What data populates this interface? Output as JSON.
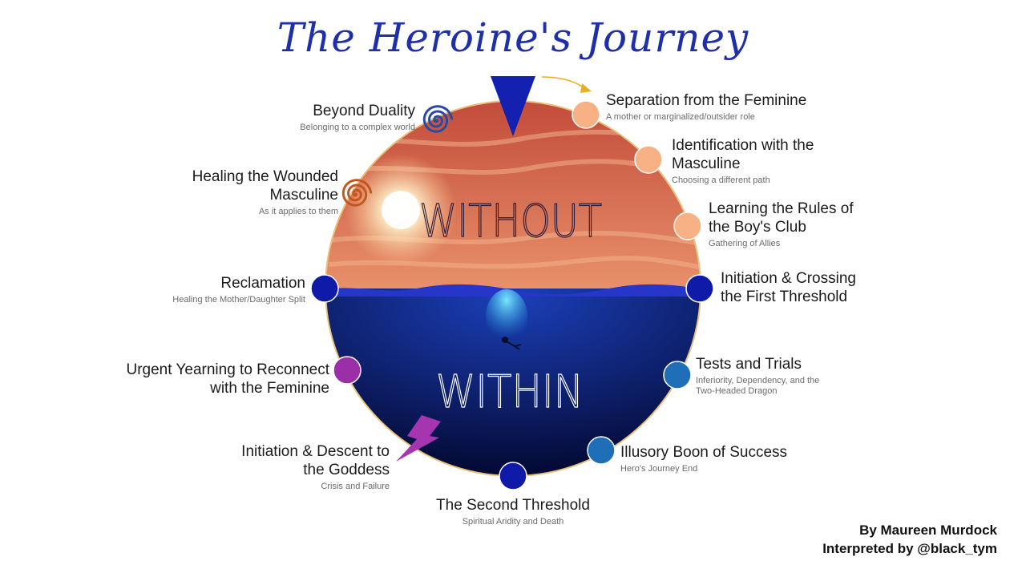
{
  "title": "The Heroine's Journey",
  "upper_label": "WITHOUT",
  "lower_label": "WITHIN",
  "stages": {
    "separation": {
      "name_lines": [
        "Separation from the Feminine"
      ],
      "sub_lines": [
        "A mother or marginalized/outsider  role"
      ]
    },
    "identification": {
      "name_lines": [
        "Identification with the",
        "Masculine"
      ],
      "sub_lines": [
        "Choosing a different path"
      ]
    },
    "learning": {
      "name_lines": [
        "Learning the Rules of",
        "the Boy's Club"
      ],
      "sub_lines": [
        "Gathering of Allies"
      ]
    },
    "initiation_crossing": {
      "name_lines": [
        "Initiation & Crossing",
        "the First Threshold"
      ],
      "sub_lines": []
    },
    "tests": {
      "name_lines": [
        "Tests and Trials"
      ],
      "sub_lines": [
        "Inferiority, Dependency, and the",
        "Two-Headed Dragon"
      ]
    },
    "illusory": {
      "name_lines": [
        "Illusory Boon of Success"
      ],
      "sub_lines": [
        "Hero's Journey End"
      ]
    },
    "second_threshold": {
      "name_lines": [
        "The Second Threshold"
      ],
      "sub_lines": [
        "Spiritual Aridity and Death"
      ]
    },
    "descent": {
      "name_lines": [
        "Initiation & Descent to",
        "the Goddess"
      ],
      "sub_lines": [
        "Crisis and Failure"
      ]
    },
    "yearning": {
      "name_lines": [
        "Urgent Yearning to Reconnect",
        "with the Feminine"
      ],
      "sub_lines": []
    },
    "reclamation": {
      "name_lines": [
        "Reclamation"
      ],
      "sub_lines": [
        "Healing the Mother/Daughter  Split"
      ]
    },
    "healing": {
      "name_lines": [
        "Healing the Wounded",
        "Masculine"
      ],
      "sub_lines": [
        "As it applies to them"
      ]
    },
    "beyond": {
      "name_lines": [
        "Beyond Duality"
      ],
      "sub_lines": [
        "Belonging to a complex world"
      ]
    }
  },
  "credits": {
    "author": "By Maureen Murdock",
    "interpreter": "Interpreted by @black_tym"
  },
  "colors": {
    "title": "#1f2fa8",
    "sky_top": "#c24a3a",
    "sky_bottom": "#e8916a",
    "sun": "#fff6d6",
    "ocean_top": "#1b3fb8",
    "ocean_bottom": "#040a35",
    "ring": "#e8c27a",
    "dot_peach": "#f7b184",
    "dot_navy": "#0f1aa8",
    "dot_blue": "#1e6fb8",
    "dot_purple": "#9b2fa8",
    "spiral_blue": "#2a4aa0",
    "spiral_orange": "#c4561e",
    "arrow_gold": "#e6b020",
    "bolt_purple": "#a535b0"
  },
  "icons": [
    "pointer-triangle-icon",
    "curved-arrow-icon",
    "spiral-icon",
    "lightning-bolt-icon",
    "diver-icon"
  ]
}
